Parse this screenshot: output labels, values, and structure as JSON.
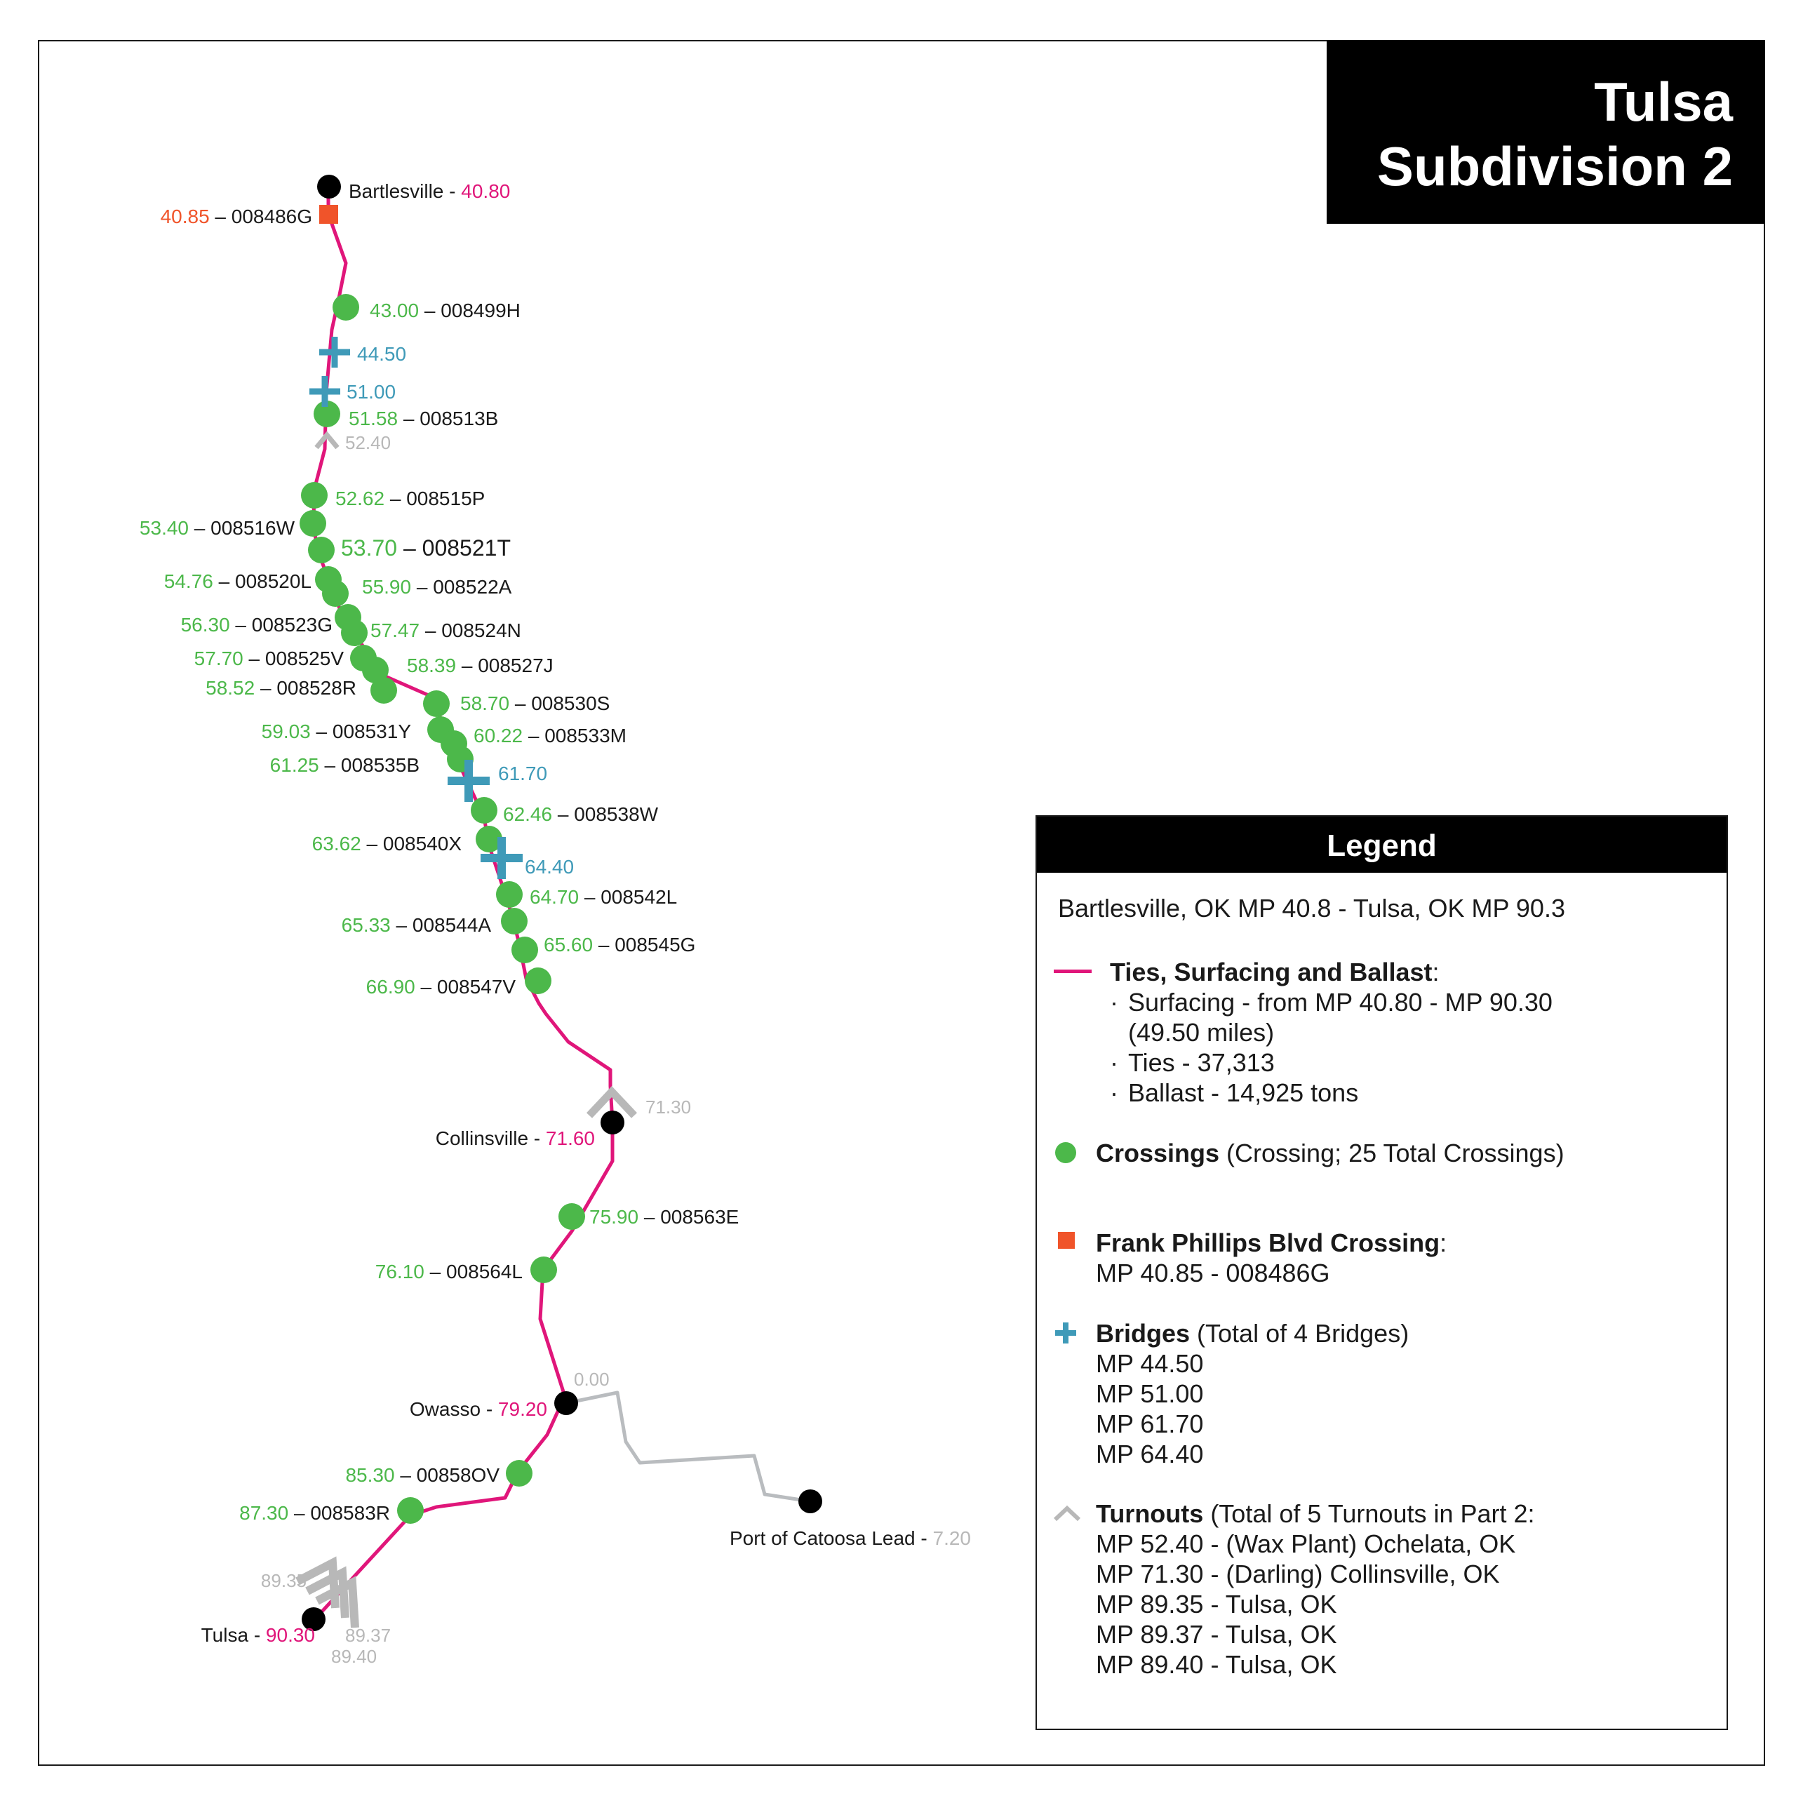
{
  "title": {
    "line1": "Tulsa",
    "line2": "Subdivision 2"
  },
  "colors": {
    "track": "#e0167a",
    "crossing": "#4cb84a",
    "frank_phillips": "#f0542a",
    "bridge": "#3f9ab8",
    "turnout": "#b8b8b8",
    "branch": "#b9bcbf",
    "station": "#000000",
    "station_mp": "#e0167a"
  },
  "stations": [
    {
      "name": "Bartlesville",
      "mp": "40.80"
    },
    {
      "name": "Collinsville",
      "mp": "71.60"
    },
    {
      "name": "Owasso",
      "mp": "79.20"
    },
    {
      "name": "Tulsa",
      "mp": "90.30"
    },
    {
      "name": "Port of Catoosa Lead",
      "mp": "7.20"
    }
  ],
  "frank_phillips": {
    "mp": "40.85",
    "id": "008486G"
  },
  "crossings": [
    {
      "mp": "43.00",
      "id": "008499H"
    },
    {
      "mp": "51.58",
      "id": "008513B"
    },
    {
      "mp": "52.62",
      "id": "008515P"
    },
    {
      "mp": "53.40",
      "id": "008516W"
    },
    {
      "mp": "53.70",
      "id": "008521T"
    },
    {
      "mp": "54.76",
      "id": "008520L"
    },
    {
      "mp": "55.90",
      "id": "008522A"
    },
    {
      "mp": "56.30",
      "id": "008523G"
    },
    {
      "mp": "57.47",
      "id": "008524N"
    },
    {
      "mp": "57.70",
      "id": "008525V"
    },
    {
      "mp": "58.39",
      "id": "008527J"
    },
    {
      "mp": "58.52",
      "id": "008528R"
    },
    {
      "mp": "58.70",
      "id": "008530S"
    },
    {
      "mp": "59.03",
      "id": "008531Y"
    },
    {
      "mp": "60.22",
      "id": "008533M"
    },
    {
      "mp": "61.25",
      "id": "008535B"
    },
    {
      "mp": "62.46",
      "id": "008538W"
    },
    {
      "mp": "63.62",
      "id": "008540X"
    },
    {
      "mp": "64.70",
      "id": "008542L"
    },
    {
      "mp": "65.33",
      "id": "008544A"
    },
    {
      "mp": "65.60",
      "id": "008545G"
    },
    {
      "mp": "66.90",
      "id": "008547V"
    },
    {
      "mp": "75.90",
      "id": "008563E"
    },
    {
      "mp": "76.10",
      "id": "008564L"
    },
    {
      "mp": "85.30",
      "id": "00858OV"
    },
    {
      "mp": "87.30",
      "id": "008583R"
    }
  ],
  "bridges": [
    "44.50",
    "51.00",
    "61.70",
    "64.40"
  ],
  "turnouts": [
    "52.40",
    "71.30",
    "89.35",
    "89.37",
    "89.40"
  ],
  "branch_start": "0.00",
  "label_sep": " – ",
  "station_sep": " - ",
  "legend": {
    "heading": "Legend",
    "subtitle": "Bartlesville, OK MP 40.8 - Tulsa, OK MP 90.3",
    "ties": {
      "title": "Ties, Surfacing and Ballast",
      "suffix": ":",
      "items": [
        "Surfacing - from MP 40.80 - MP 90.30",
        "(49.50 miles)",
        "Ties - 37,313",
        "Ballast - 14,925 tons"
      ]
    },
    "crossings": {
      "title": "Crossings",
      "rest": " (Crossing; 25 Total Crossings)"
    },
    "frank": {
      "title": "Frank Phillips Blvd Crossing",
      "suffix": ":",
      "line": "MP 40.85 - 008486G"
    },
    "bridges": {
      "title": "Bridges",
      "rest": " (Total of 4 Bridges)",
      "lines": [
        "MP 44.50",
        "MP 51.00",
        "MP 61.70",
        "MP 64.40"
      ]
    },
    "turnouts": {
      "title": "Turnouts",
      "rest": " (Total of 5 Turnouts in Part 2:",
      "lines": [
        "MP 52.40 - (Wax Plant) Ochelata, OK",
        "MP 71.30 - (Darling) Collinsville, OK",
        "MP 89.35 - Tulsa, OK",
        "MP 89.37 - Tulsa, OK",
        "MP 89.40 - Tulsa, OK"
      ]
    }
  }
}
